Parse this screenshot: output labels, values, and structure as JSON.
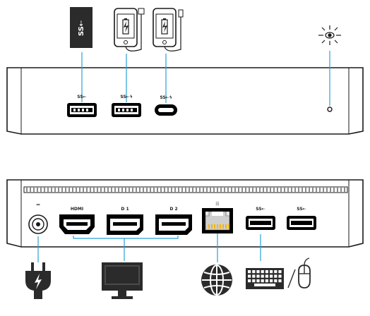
{
  "front_panel": {
    "ports": [
      {
        "id": "usb3-a",
        "label": "SS⇠",
        "type": "USB 3.0 Type-A"
      },
      {
        "id": "usb3-a-charge",
        "label": "SS⇠ϟ",
        "type": "USB 3.0 Type-A (charging)"
      },
      {
        "id": "usb-c",
        "label": "SS⇠ϟ",
        "type": "USB Type-C"
      }
    ],
    "icons": [
      "usb-stick-icon",
      "phone-charge-icon",
      "phone-charge-icon",
      "power-led-icon"
    ],
    "led": "power indicator"
  },
  "rear_panel": {
    "ports": [
      {
        "id": "dc-in",
        "label": "⎓",
        "type": "DC power input"
      },
      {
        "id": "hdmi",
        "label": "HDMI",
        "type": "HDMI"
      },
      {
        "id": "dp1",
        "label": "D 1",
        "type": "DisplayPort 1"
      },
      {
        "id": "dp2",
        "label": "D 2",
        "type": "DisplayPort 2"
      },
      {
        "id": "ethernet",
        "label": "☷",
        "type": "Gigabit Ethernet"
      },
      {
        "id": "usb3-a-1",
        "label": "SS⇠",
        "type": "USB 3.0 Type-A"
      },
      {
        "id": "usb3-a-2",
        "label": "SS⇠",
        "type": "USB 3.0 Type-A"
      }
    ],
    "icons": [
      "power-plug-icon",
      "monitor-icon",
      "globe-network-icon",
      "keyboard-icon",
      "mouse-icon"
    ]
  },
  "colors": {
    "callout_line": "#2a9fd6",
    "outline": "#1a1a1a",
    "usb_stick": "#2b2b2b",
    "port_fill": "#000000"
  }
}
